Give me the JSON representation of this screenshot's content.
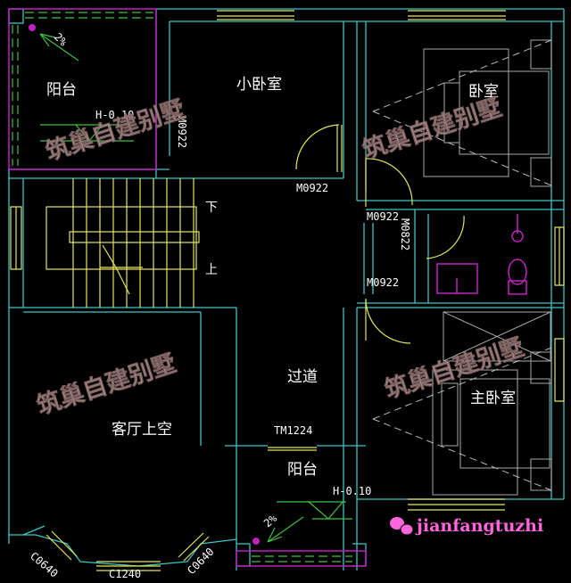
{
  "rooms": {
    "balcony_top": "阳台",
    "small_bedroom": "小卧室",
    "bedroom": "卧室",
    "master_bedroom": "主卧室",
    "corridor": "过道",
    "living_void": "客厅上空",
    "balcony_bottom": "阳台"
  },
  "stairs": {
    "down": "下",
    "up": "上"
  },
  "annotations": {
    "elev_top": "H-0.10",
    "elev_bottom": "H-0.10",
    "slope_top": "2%",
    "slope_bottom": "2%"
  },
  "doors": {
    "d1": "M0922",
    "d2": "M0922",
    "d3": "M0922",
    "d4": "M0922",
    "d5": "M0822",
    "sliding": "TM1224"
  },
  "windows": {
    "w1": "C0640",
    "w2": "C1240",
    "w3": "C0640"
  },
  "watermark": "筑巢自建别墅",
  "brand": "jianfangtuzhi",
  "colors": {
    "wall": "#39c6c6",
    "door_window": "#e6e65a",
    "railing": "#3fbf3f",
    "fixture": "#c020c0",
    "background": "#000000"
  }
}
